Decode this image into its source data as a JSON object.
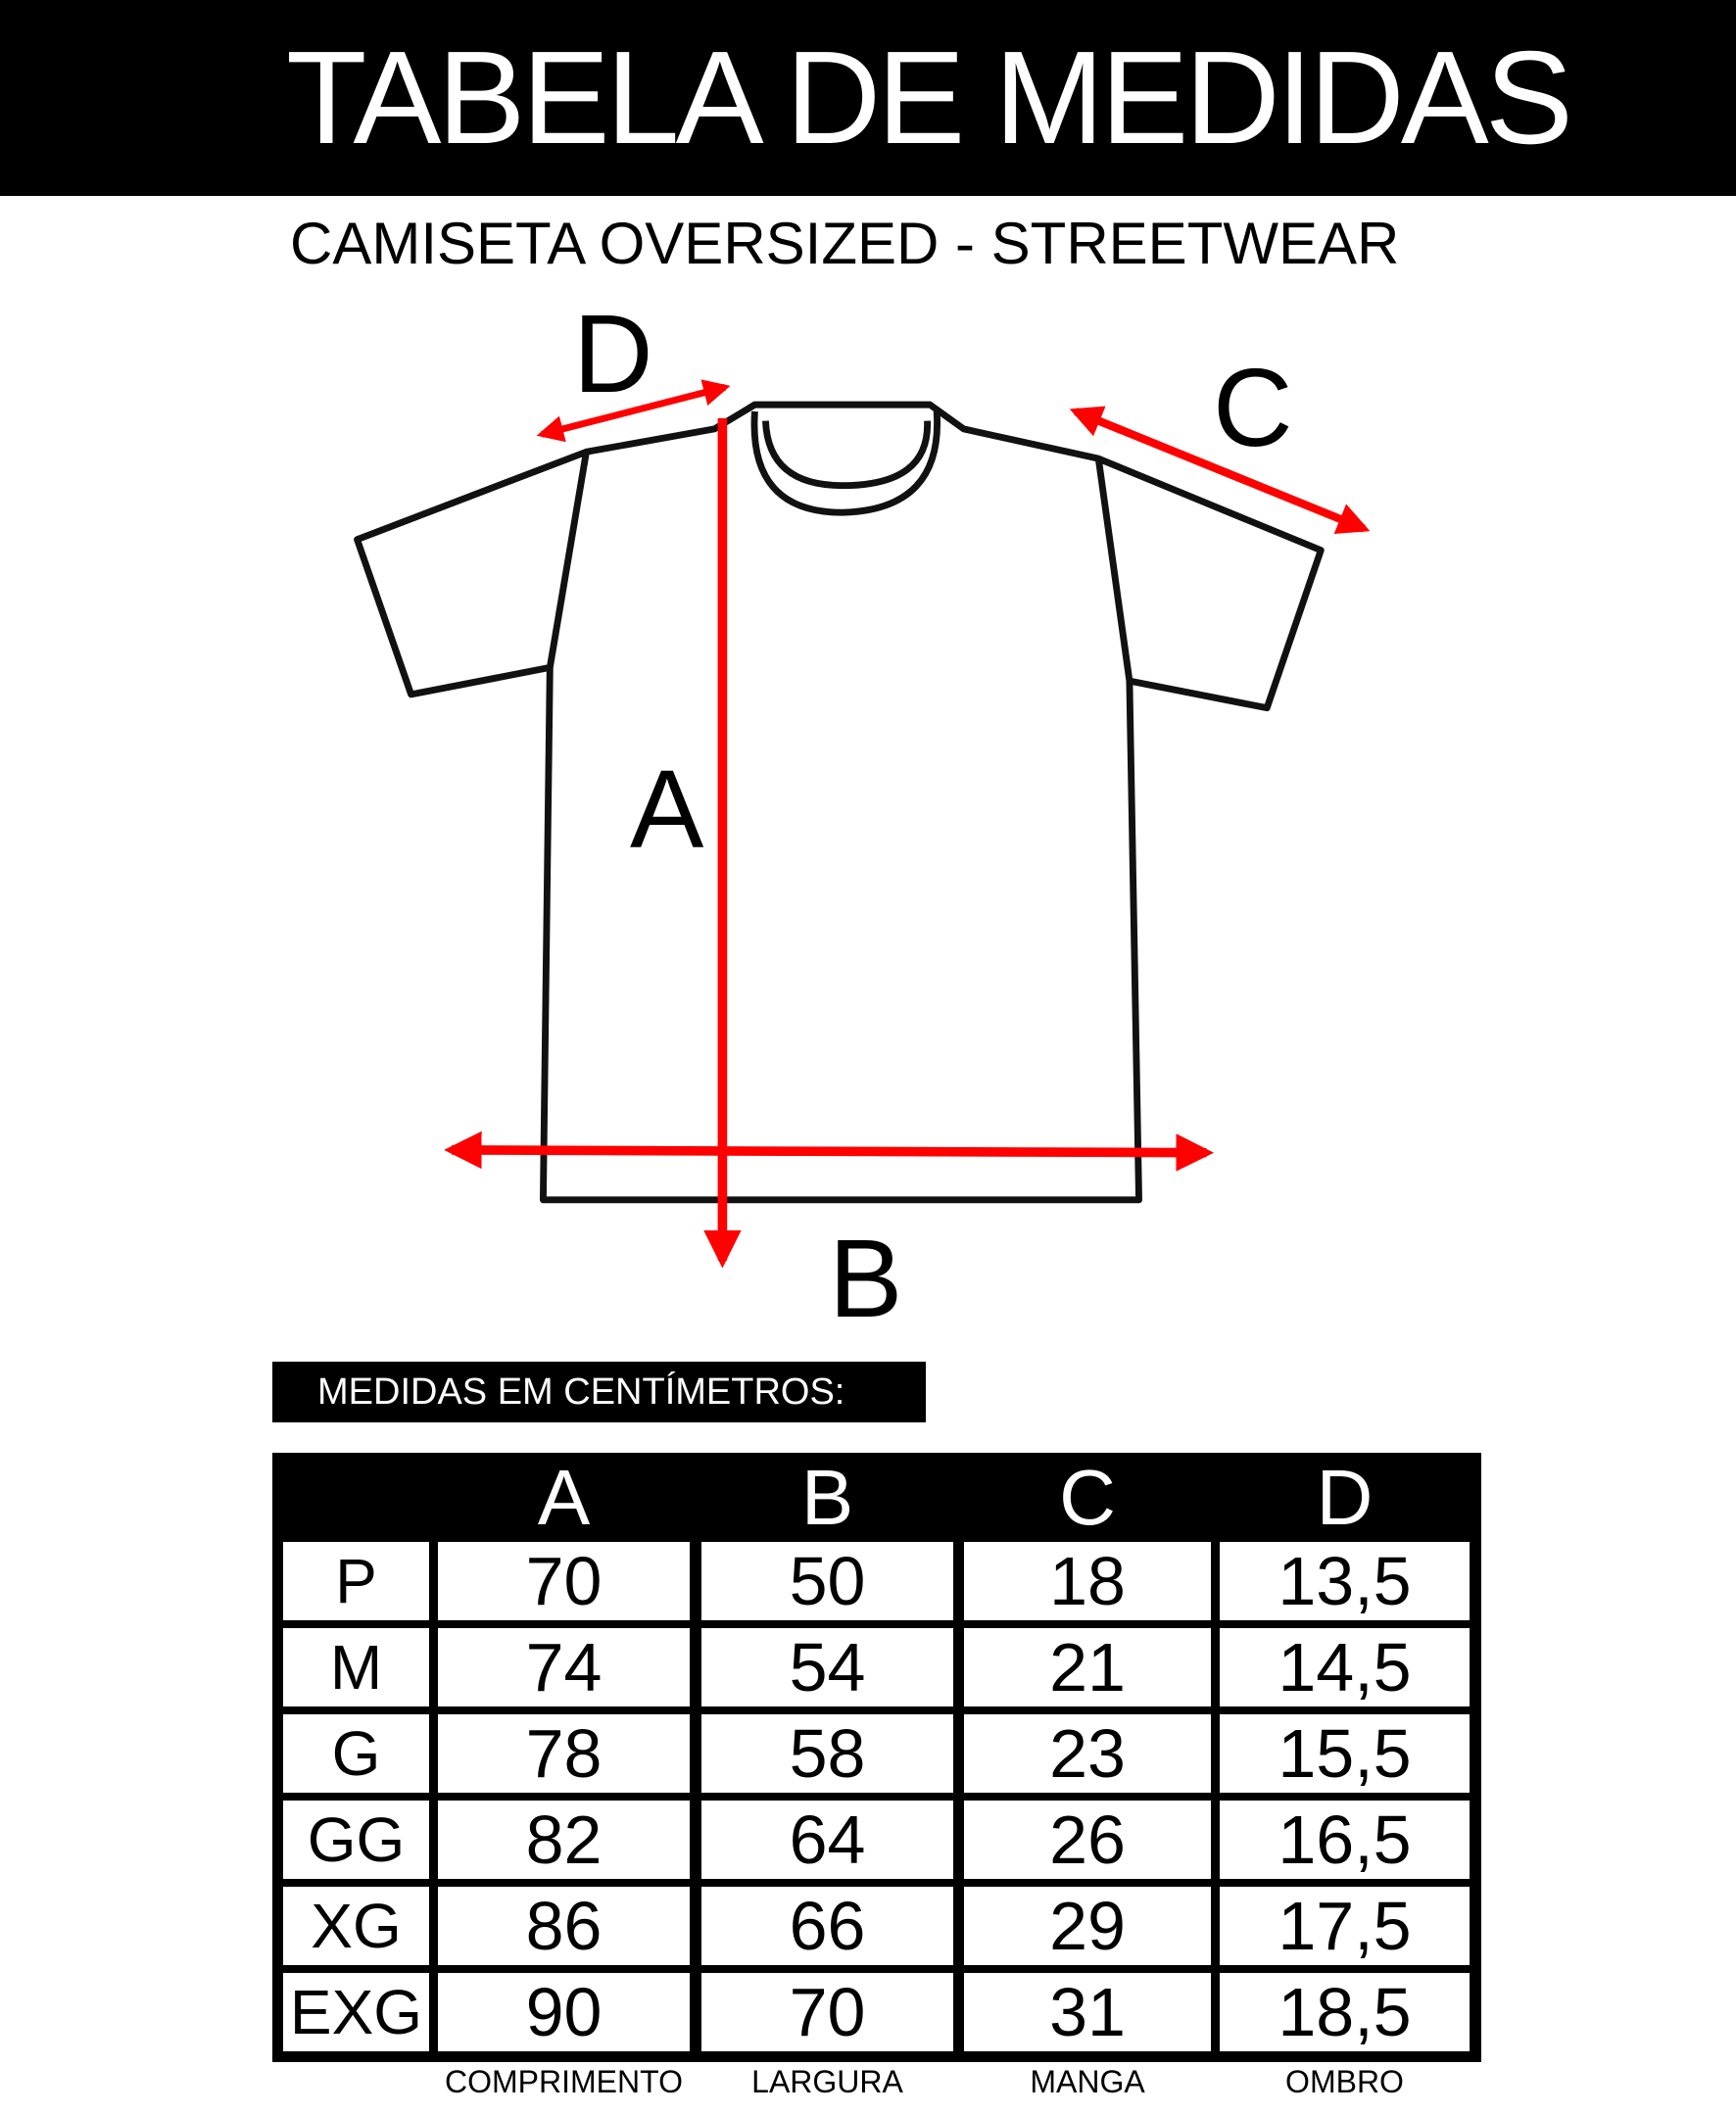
{
  "header": {
    "title": "TABELA DE MEDIDAS"
  },
  "subtitle": "CAMISETA OVERSIZED - STREETWEAR",
  "diagram": {
    "labels": {
      "a": "A",
      "b": "B",
      "c": "C",
      "d": "D"
    },
    "arrow_color": "#ff0000"
  },
  "units_label": "MEDIDAS EM CENTÍMETROS:",
  "table": {
    "columns": [
      "A",
      "B",
      "C",
      "D"
    ],
    "rows": [
      {
        "size": "P",
        "a": "70",
        "b": "50",
        "c": "18",
        "d": "13,5"
      },
      {
        "size": "M",
        "a": "74",
        "b": "54",
        "c": "21",
        "d": "14,5"
      },
      {
        "size": "G",
        "a": "78",
        "b": "58",
        "c": "23",
        "d": "15,5"
      },
      {
        "size": "GG",
        "a": "82",
        "b": "64",
        "c": "26",
        "d": "16,5"
      },
      {
        "size": "XG",
        "a": "86",
        "b": "66",
        "c": "29",
        "d": "17,5"
      },
      {
        "size": "EXG",
        "a": "90",
        "b": "70",
        "c": "31",
        "d": "18,5"
      }
    ],
    "footer": [
      "COMPRIMENTO",
      "LARGURA",
      "MANGA",
      "OMBRO"
    ]
  }
}
